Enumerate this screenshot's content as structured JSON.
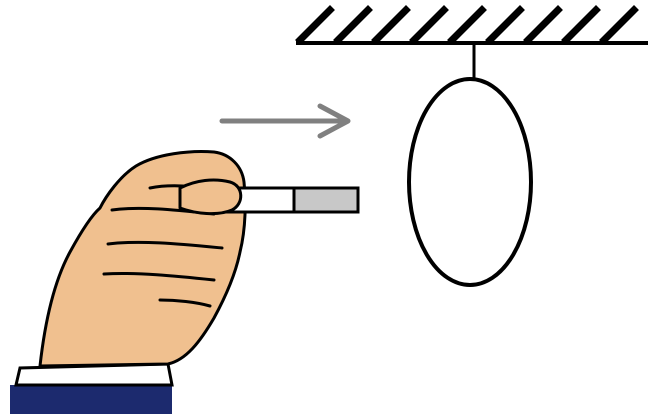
{
  "diagram": {
    "elements": {
      "ceiling": "hatched-support",
      "string": "suspension-string",
      "ring": "hanging-metal-ring",
      "arrow": "direction-of-motion-right",
      "hand": "hand-holding-magnet",
      "magnet": "bar-magnet",
      "sleeve": "suit-sleeve"
    },
    "colors": {
      "outline": "#000000",
      "arrow": "#808080",
      "skin": "#f0c08f",
      "magnet_white": "#ffffff",
      "magnet_grey": "#c8c8c8",
      "sleeve": "#1c2a6e",
      "cuff": "#ffffff",
      "background": "#ffffff"
    }
  }
}
